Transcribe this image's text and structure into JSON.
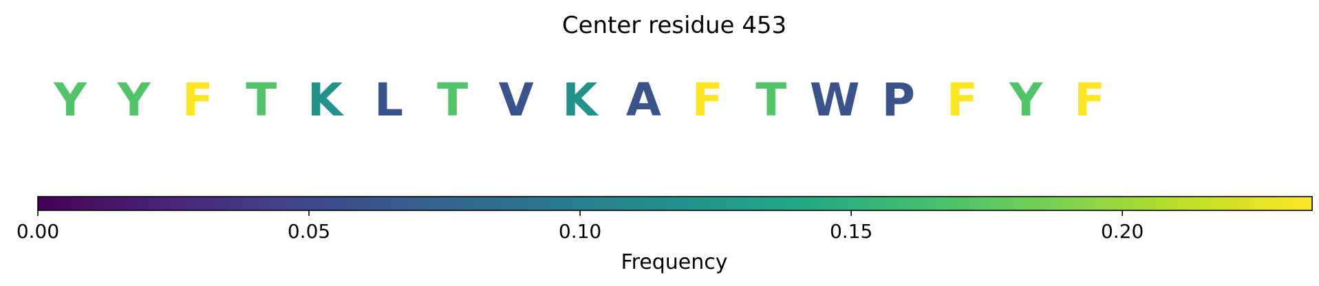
{
  "chart_data": {
    "type": "sequence-colorbar",
    "title": "Center residue 453",
    "residues": [
      "Y",
      "Y",
      "F",
      "T",
      "K",
      "L",
      "T",
      "V",
      "K",
      "A",
      "F",
      "T",
      "W",
      "P",
      "F",
      "Y",
      "F"
    ],
    "residue_frequencies": [
      0.17,
      0.17,
      0.235,
      0.17,
      0.12,
      0.06,
      0.17,
      0.06,
      0.12,
      0.06,
      0.235,
      0.17,
      0.06,
      0.06,
      0.235,
      0.17,
      0.235
    ],
    "colorbar": {
      "label": "Frequency",
      "colormap": "viridis",
      "range": [
        0,
        0.235
      ],
      "ticks": [
        0.0,
        0.05,
        0.1,
        0.15,
        0.2
      ],
      "tick_labels": [
        "0.00",
        "0.05",
        "0.10",
        "0.15",
        "0.20"
      ]
    }
  }
}
